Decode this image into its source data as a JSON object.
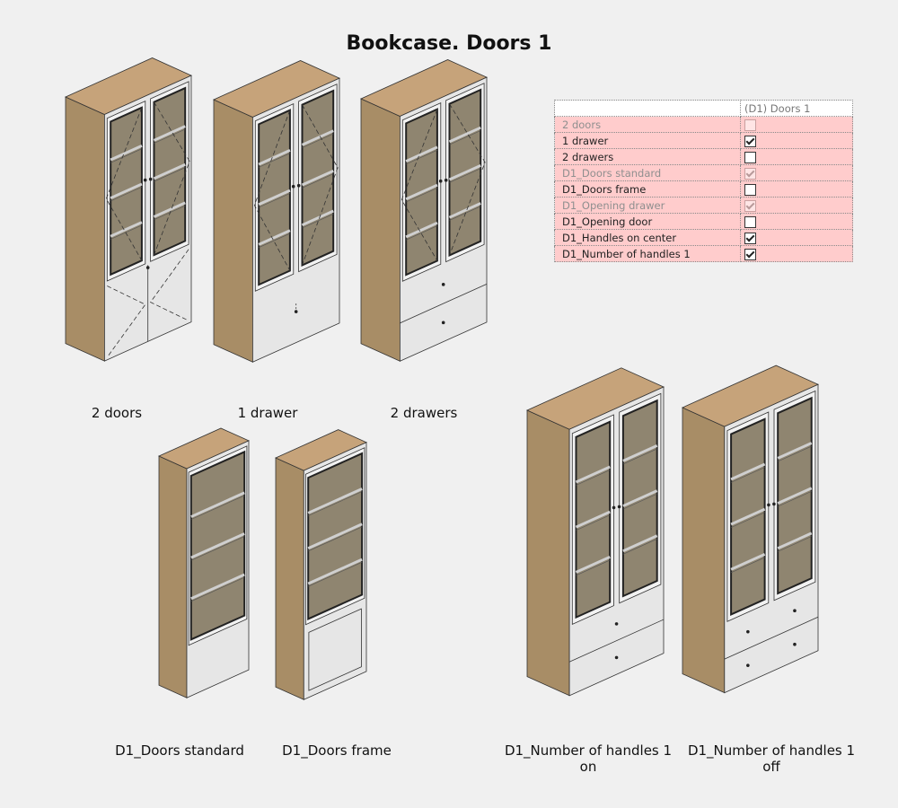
{
  "title": "Bookcase. Doors 1",
  "parameters": {
    "column_header": "(D1) Doors 1",
    "rows": [
      {
        "label": "2 doors",
        "checked": false,
        "enabled": false
      },
      {
        "label": "1 drawer",
        "checked": true,
        "enabled": true
      },
      {
        "label": "2 drawers",
        "checked": false,
        "enabled": true
      },
      {
        "label": "D1_Doors standard",
        "checked": true,
        "enabled": false
      },
      {
        "label": "D1_Doors frame",
        "checked": false,
        "enabled": true
      },
      {
        "label": "D1_Opening drawer",
        "checked": true,
        "enabled": false
      },
      {
        "label": "D1_Opening door",
        "checked": false,
        "enabled": true
      },
      {
        "label": "D1_Handles on center",
        "checked": true,
        "enabled": true
      },
      {
        "label": "D1_Number of handles 1",
        "checked": true,
        "enabled": true
      }
    ]
  },
  "variants": [
    {
      "caption": "2 doors"
    },
    {
      "caption": "1 drawer"
    },
    {
      "caption": "2 drawers"
    },
    {
      "caption": "D1_Doors standard"
    },
    {
      "caption": "D1_Doors frame"
    },
    {
      "caption_line1": "D1_Number of handles 1",
      "caption_line2": "on"
    },
    {
      "caption_line1": "D1_Number of handles 1",
      "caption_line2": "off"
    }
  ],
  "colors": {
    "wood_side": "#a88d66",
    "wood_top": "#c6a37a",
    "front_white": "#e6e6e6",
    "glass": "#8f8570",
    "row_highlight": "#ffcccc",
    "background": "#f0f0f0"
  }
}
